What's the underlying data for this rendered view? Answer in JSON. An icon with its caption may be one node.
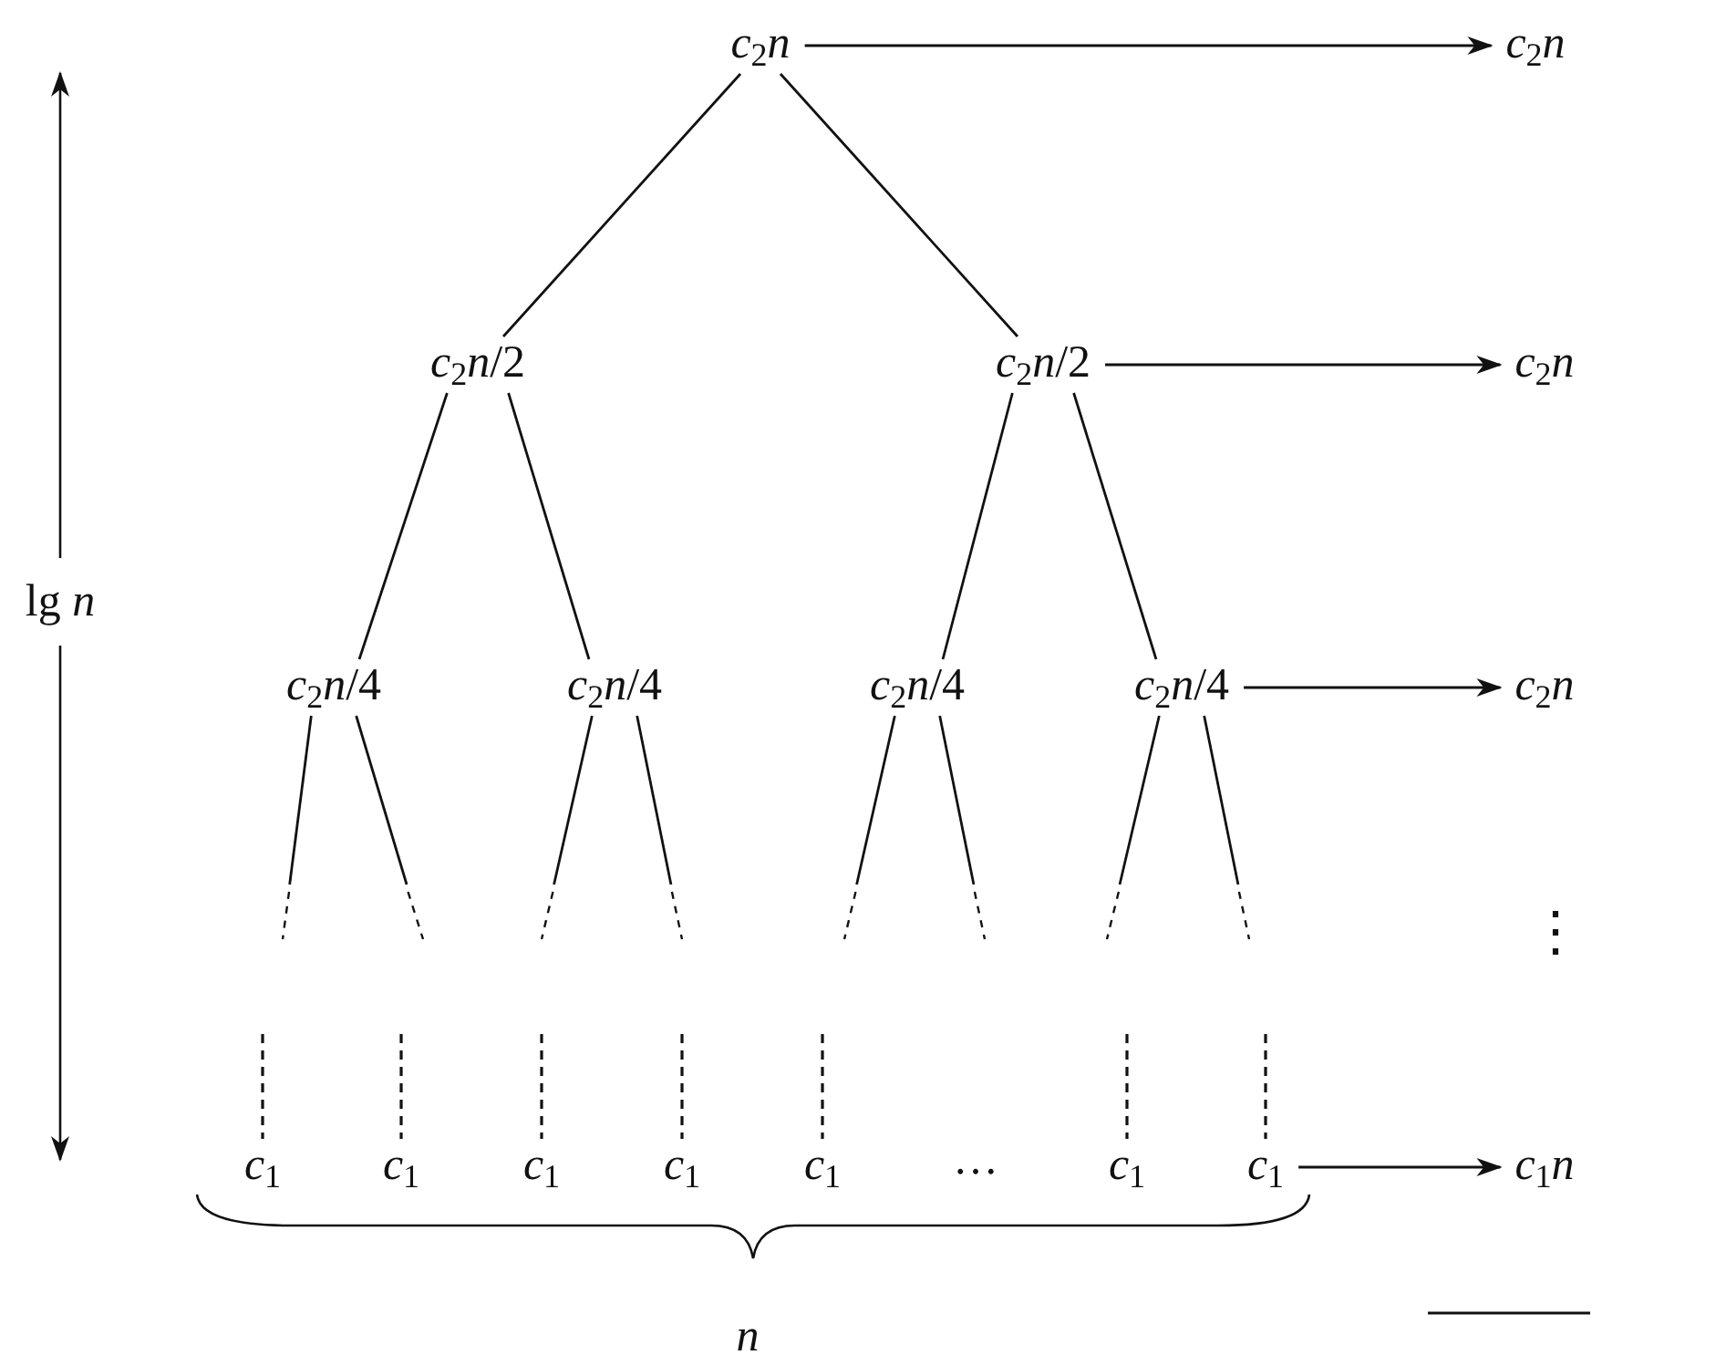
{
  "diagram": {
    "nodes": [
      {
        "text": [
          "*c*$_{2}$*n*"
        ]
      },
      {
        "text": [
          "*c*$_{2}$*n*/2"
        ]
      },
      {
        "text": [
          "*c*$_{2}$*n*/2"
        ]
      },
      {
        "text": [
          "*c*$_{2}$*n*/4"
        ]
      },
      {
        "text": [
          "*c*$_{2}$*n*/4"
        ]
      },
      {
        "text": [
          "*c*$_{2}$*n*/4"
        ]
      },
      {
        "text": [
          "*c*$_{2}$*n*/4"
        ]
      },
      {
        "text": [
          "*c*$_{1}$"
        ]
      },
      {
        "text": [
          "*c*$_{1}$"
        ]
      },
      {
        "text": [
          "*c*$_{1}$"
        ]
      },
      {
        "text": [
          "*c*$_{1}$"
        ]
      },
      {
        "text": [
          "*c*$_{1}$"
        ]
      },
      {
        "text": [
          "…"
        ]
      },
      {
        "text": [
          "*c*$_{1}$"
        ]
      },
      {
        "text": [
          "*c*$_{1}$"
        ]
      },
      {
        "text": [
          "*c*$_{2}$*n*"
        ]
      },
      {
        "text": [
          "*c*$_{2}$*n*"
        ]
      },
      {
        "text": [
          "*c*$_{2}$*n*"
        ]
      },
      {
        "text": [
          "*c*$_{1}$*n*"
        ]
      }
    ],
    "edges": [
      {
        "from": 0,
        "to": 1,
        "arrow": "none"
      },
      {
        "from": 0,
        "to": 2,
        "arrow": "none"
      },
      {
        "from": 1,
        "to": 3,
        "arrow": "none"
      },
      {
        "from": 1,
        "to": 4,
        "arrow": "none"
      },
      {
        "from": 2,
        "to": 5,
        "arrow": "none"
      },
      {
        "from": 2,
        "to": 6,
        "arrow": "none"
      },
      {
        "from": 3,
        "to": null,
        "arrow": "none"
      },
      {
        "from": 3,
        "to": null,
        "arrow": "none"
      },
      {
        "from": 4,
        "to": null,
        "arrow": "none"
      },
      {
        "from": 4,
        "to": null,
        "arrow": "none"
      },
      {
        "from": 5,
        "to": null,
        "arrow": "none"
      },
      {
        "from": 5,
        "to": null,
        "arrow": "none"
      },
      {
        "from": 6,
        "to": null,
        "arrow": "none"
      },
      {
        "from": 6,
        "to": null,
        "arrow": "none"
      },
      {
        "from": null,
        "to": 7,
        "arrow": "none",
        "style": "dashed"
      },
      {
        "from": null,
        "to": 8,
        "arrow": "none",
        "style": "dashed"
      },
      {
        "from": null,
        "to": 9,
        "arrow": "none",
        "style": "dashed"
      },
      {
        "from": null,
        "to": 10,
        "arrow": "none",
        "style": "dashed"
      },
      {
        "from": null,
        "to": 11,
        "arrow": "none",
        "style": "dashed"
      },
      {
        "from": null,
        "to": 13,
        "arrow": "none",
        "style": "dashed"
      },
      {
        "from": null,
        "to": 14,
        "arrow": "none",
        "style": "dashed"
      },
      {
        "from": 0,
        "to": 15,
        "arrow": "to"
      },
      {
        "from": 2,
        "to": 16,
        "arrow": "to"
      },
      {
        "from": 6,
        "to": 17,
        "arrow": "to"
      },
      {
        "from": 14,
        "to": 18,
        "arrow": "to"
      }
    ],
    "labels": [
      "lg *n*",
      "⋮",
      "n"
    ]
  }
}
